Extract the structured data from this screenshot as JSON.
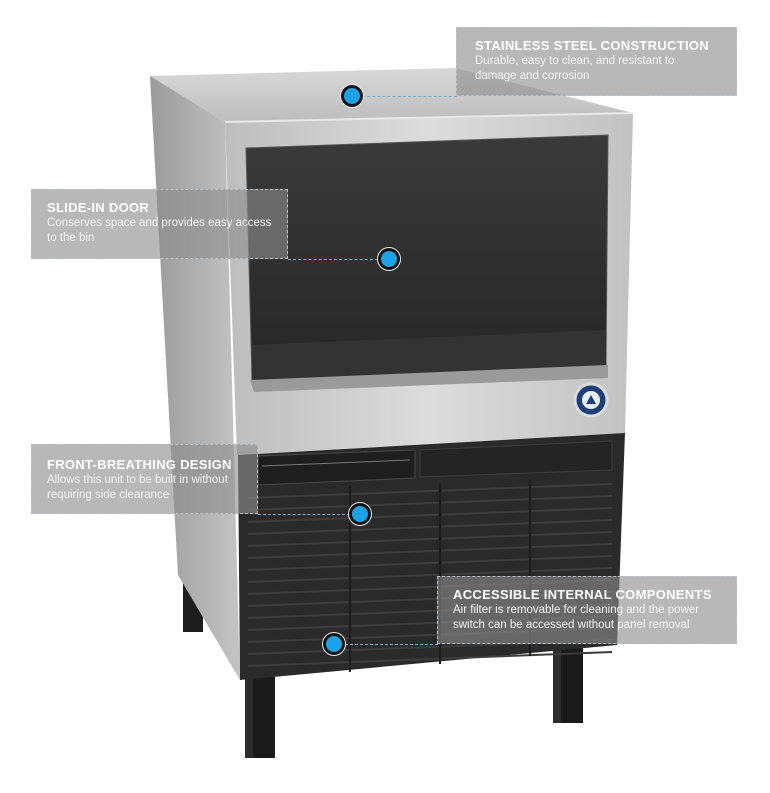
{
  "callouts": [
    {
      "title": "STAINLESS STEEL CONSTRUCTION",
      "body": "Durable, easy to clean, and resistant to damage and corrosion"
    },
    {
      "title": "SLIDE-IN DOOR",
      "body": "Conserves space and provides easy access to the bin"
    },
    {
      "title": "FRONT-BREATHING DESIGN",
      "body": "Allows this unit to be built in without requiring side clearance"
    },
    {
      "title": "ACCESSIBLE INTERNAL COMPONENTS",
      "body": "Air filter is removable for cleaning and the power switch can be accessed without panel removal"
    }
  ],
  "colors": {
    "marker": "#1aa3e8",
    "steel": "#c9c9c9",
    "panel": "#2e2e2e"
  },
  "product": {
    "type": "ice machine",
    "badge_icon": "brand-logo-icon"
  }
}
